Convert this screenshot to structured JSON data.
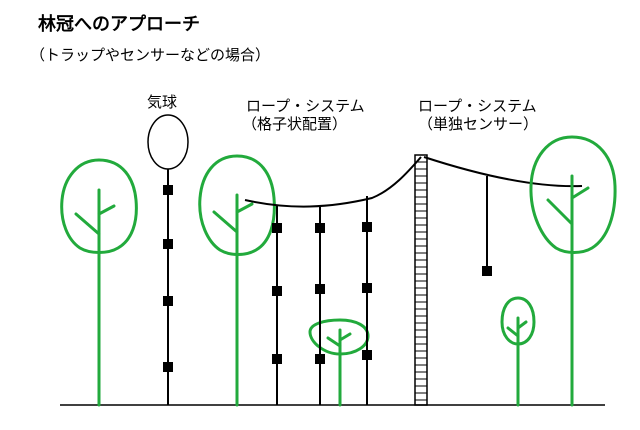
{
  "title": "林冠へのアプローチ",
  "subtitle": "（トラップやセンサーなどの場合）",
  "labels": {
    "balloon": "気球",
    "rope_grid_line1": "ロープ・システム",
    "rope_grid_line2": "（格子状配置）",
    "rope_single_line1": "ロープ・システム",
    "rope_single_line2": "（単独センサー）"
  },
  "colors": {
    "tree": "#22aa3c",
    "line": "#000000",
    "background": "#ffffff"
  }
}
